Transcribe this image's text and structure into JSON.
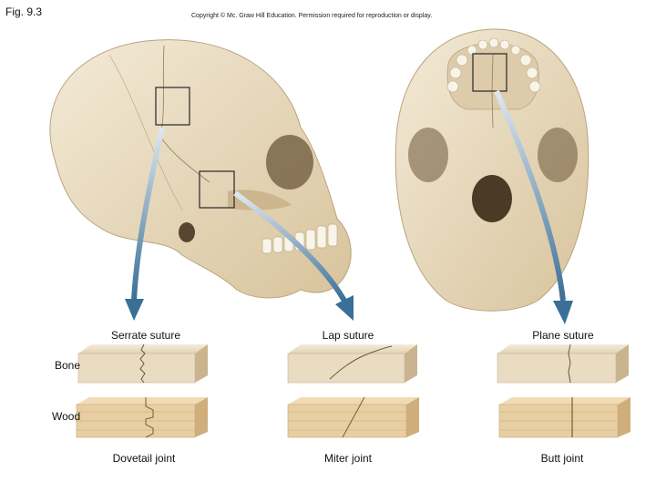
{
  "figure_label": "Fig. 9.3",
  "copyright": "Copyright © Mc. Graw Hill Education. Permission required for reproduction or display.",
  "sutures": [
    {
      "label": "Serrate suture"
    },
    {
      "label": "Lap suture"
    },
    {
      "label": "Plane suture"
    }
  ],
  "rows": {
    "bone": "Bone",
    "wood": "Wood"
  },
  "joints": [
    {
      "label": "Dovetail joint"
    },
    {
      "label": "Miter joint"
    },
    {
      "label": "Butt joint"
    }
  ],
  "colors": {
    "bone": "#e9dcc2",
    "bone_shadow": "#c9b48f",
    "wood": "#e8cfa3",
    "wood_grain": "#c9a772",
    "arrow": "#3a6f97",
    "frame": "#333333"
  }
}
